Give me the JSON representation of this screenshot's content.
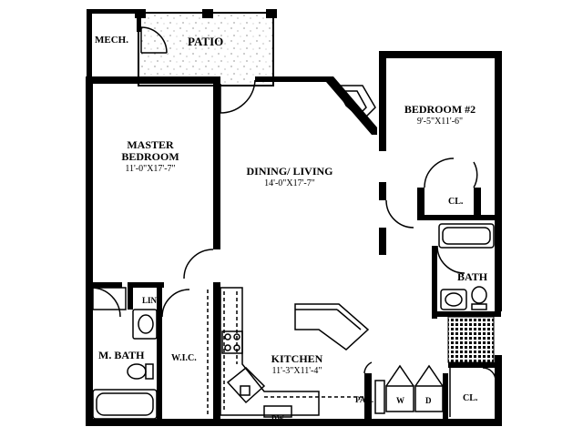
{
  "plan": {
    "rooms": {
      "mech": "MECH.",
      "patio": "PATIO",
      "master_line1": "MASTER",
      "master_line2": "BEDROOM",
      "master_dim": "11'-0\"X17'-7\"",
      "dining": "DINING/ LIVING",
      "dining_dim": "14'-0\"X17'-7\"",
      "bedroom2": "BEDROOM #2",
      "bedroom2_dim": "9'-5\"X11'-6\"",
      "cl_upper": "CL.",
      "bath": "BATH",
      "lin": "LIN.",
      "mbath": "M. BATH",
      "wic": "W.I.C.",
      "kitchen": "KITCHEN",
      "kitchen_dim": "11'-3\"X11'-4\"",
      "pan": "PAN.",
      "w": "W",
      "d": "D",
      "cl_lower": "CL.",
      "dw": "DW"
    },
    "colors": {
      "wall": "#000000",
      "fixture": "#000000",
      "background": "#ffffff"
    }
  }
}
